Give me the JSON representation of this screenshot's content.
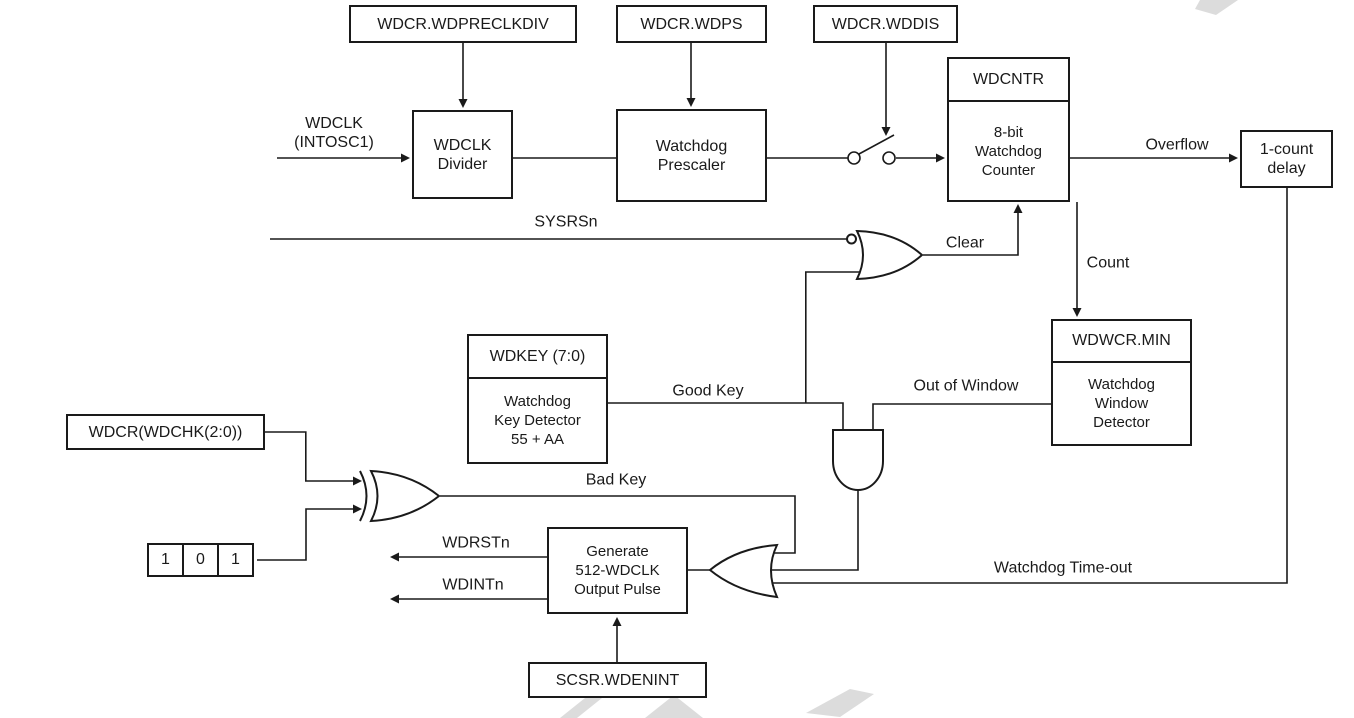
{
  "diagram": {
    "registers": {
      "preclkdiv": "WDCR.WDPRECLKDIV",
      "wdps": "WDCR.WDPS",
      "wddis": "WDCR.WDDIS",
      "wdchk": "WDCR(WDCHK(2:0))",
      "wdenint": "SCSR.WDENINT"
    },
    "blocks": {
      "divider": "WDCLK\nDivider",
      "prescaler": "Watchdog\nPrescaler",
      "wdcntr_title": "WDCNTR",
      "wdcntr_body": "8-bit\nWatchdog\nCounter",
      "delay": "1-count\ndelay",
      "wdwcr_title": "WDWCR.MIN",
      "wdwcr_body": "Watchdog\nWindow\nDetector",
      "wdkey_title": "WDKEY (7:0)",
      "wdkey_body": "Watchdog\nKey Detector\n55 + AA",
      "generate": "Generate\n512-WDCLK\nOutput Pulse"
    },
    "signals": {
      "wdclk": "WDCLK\n(INTOSC1)",
      "sysrsn": "SYSRSn",
      "clear": "Clear",
      "count": "Count",
      "overflow": "Overflow",
      "good_key": "Good Key",
      "out_of_window": "Out of Window",
      "bad_key": "Bad Key",
      "wdrstn": "WDRSTn",
      "wdintn": "WDINTn",
      "timeout": "Watchdog Time-out"
    },
    "const_bits": [
      "1",
      "0",
      "1"
    ],
    "colors": {
      "line": "#1a1a1a",
      "background": "#ffffff",
      "watermark": "#dcdcdc"
    }
  }
}
